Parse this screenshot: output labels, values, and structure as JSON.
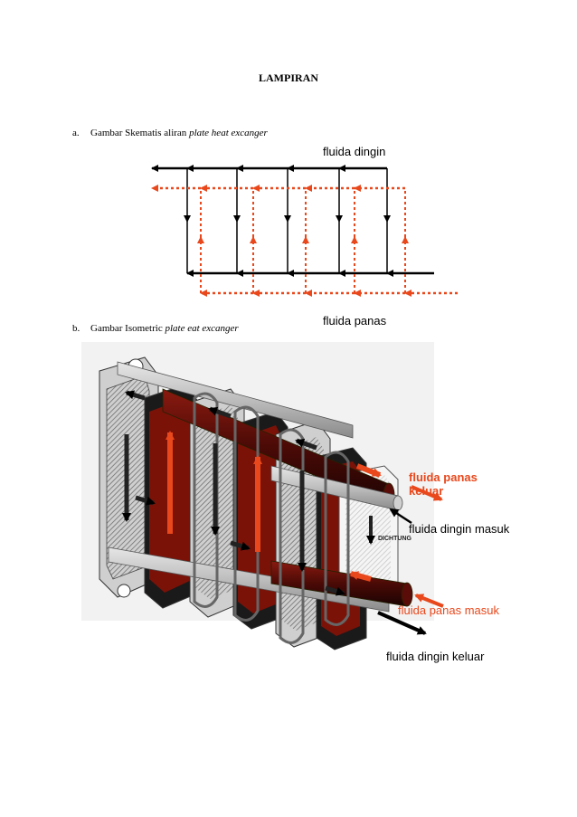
{
  "heading": "LAMPIRAN",
  "section_a": {
    "marker": "a.",
    "text": "Gambar Skematis aliran ",
    "italic": "plate heat excanger"
  },
  "section_b": {
    "marker": "b.",
    "text": "Gambar Isometric ",
    "italic": "plate eat excanger"
  },
  "schematic": {
    "label_cold": "fluida dingin",
    "label_hot": "fluida panas",
    "color_cold": "#000000",
    "color_hot": "#e8481c"
  },
  "isometric": {
    "label_hot_out": "fluida panas keluar",
    "label_cold_in": "fluida dingin masuk",
    "label_hot_in": "fluida panas masuk",
    "label_cold_out": "fluida dingin keluar",
    "gasket_label": "DICHTUNG",
    "color_hot": "#e8481c",
    "color_cold": "#000000"
  }
}
